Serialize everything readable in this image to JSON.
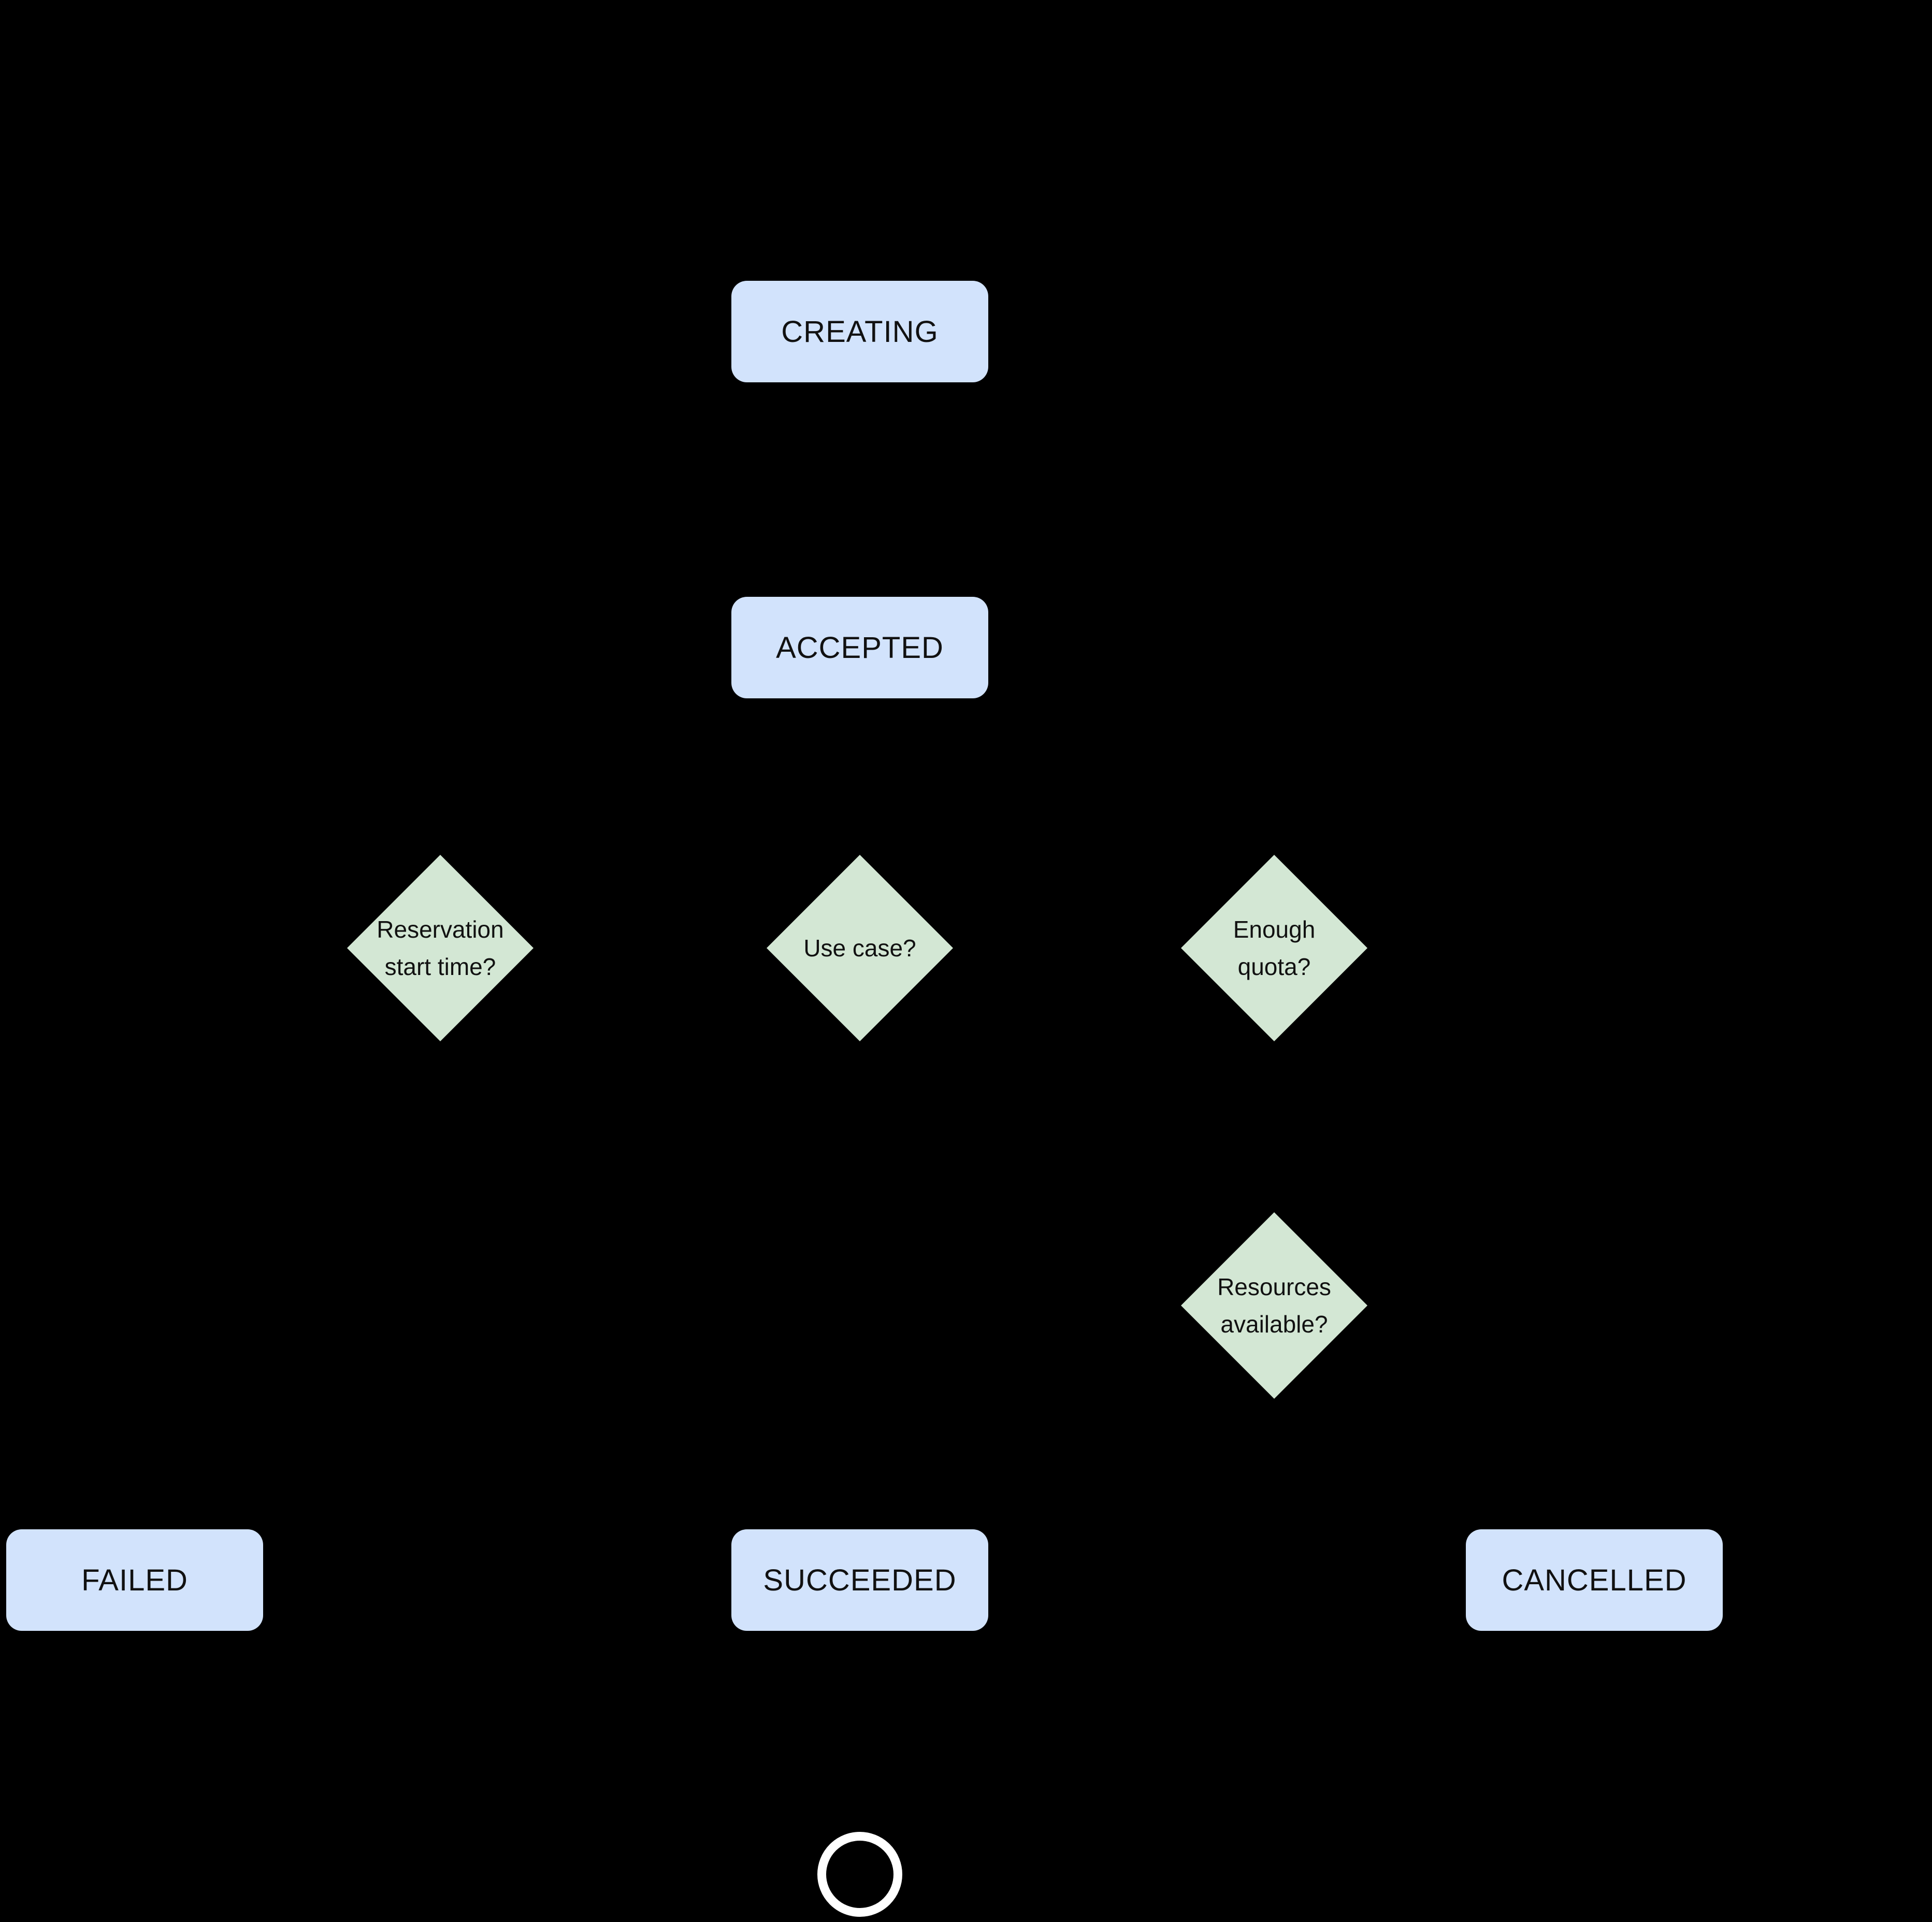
{
  "diagram": {
    "background": "#000000",
    "colors": {
      "state_fill": "#d2e3fc",
      "decision_fill": "#d3e7d4",
      "node_text": "#111111",
      "end_ring": "#ffffff"
    },
    "states": [
      {
        "id": "creating",
        "label": "CREATING"
      },
      {
        "id": "accepted",
        "label": "ACCEPTED"
      },
      {
        "id": "failed",
        "label": "FAILED"
      },
      {
        "id": "succeeded",
        "label": "SUCCEEDED"
      },
      {
        "id": "cancelled",
        "label": "CANCELLED"
      }
    ],
    "decisions": [
      {
        "id": "reservation-start-time",
        "lines": [
          "Reservation",
          "start time?"
        ]
      },
      {
        "id": "use-case",
        "lines": [
          "Use case?"
        ]
      },
      {
        "id": "enough-quota",
        "lines": [
          "Enough",
          "quota?"
        ]
      },
      {
        "id": "resources-available",
        "lines": [
          "Resources",
          "available?"
        ]
      }
    ],
    "end_marker": {
      "shape": "circle"
    }
  }
}
